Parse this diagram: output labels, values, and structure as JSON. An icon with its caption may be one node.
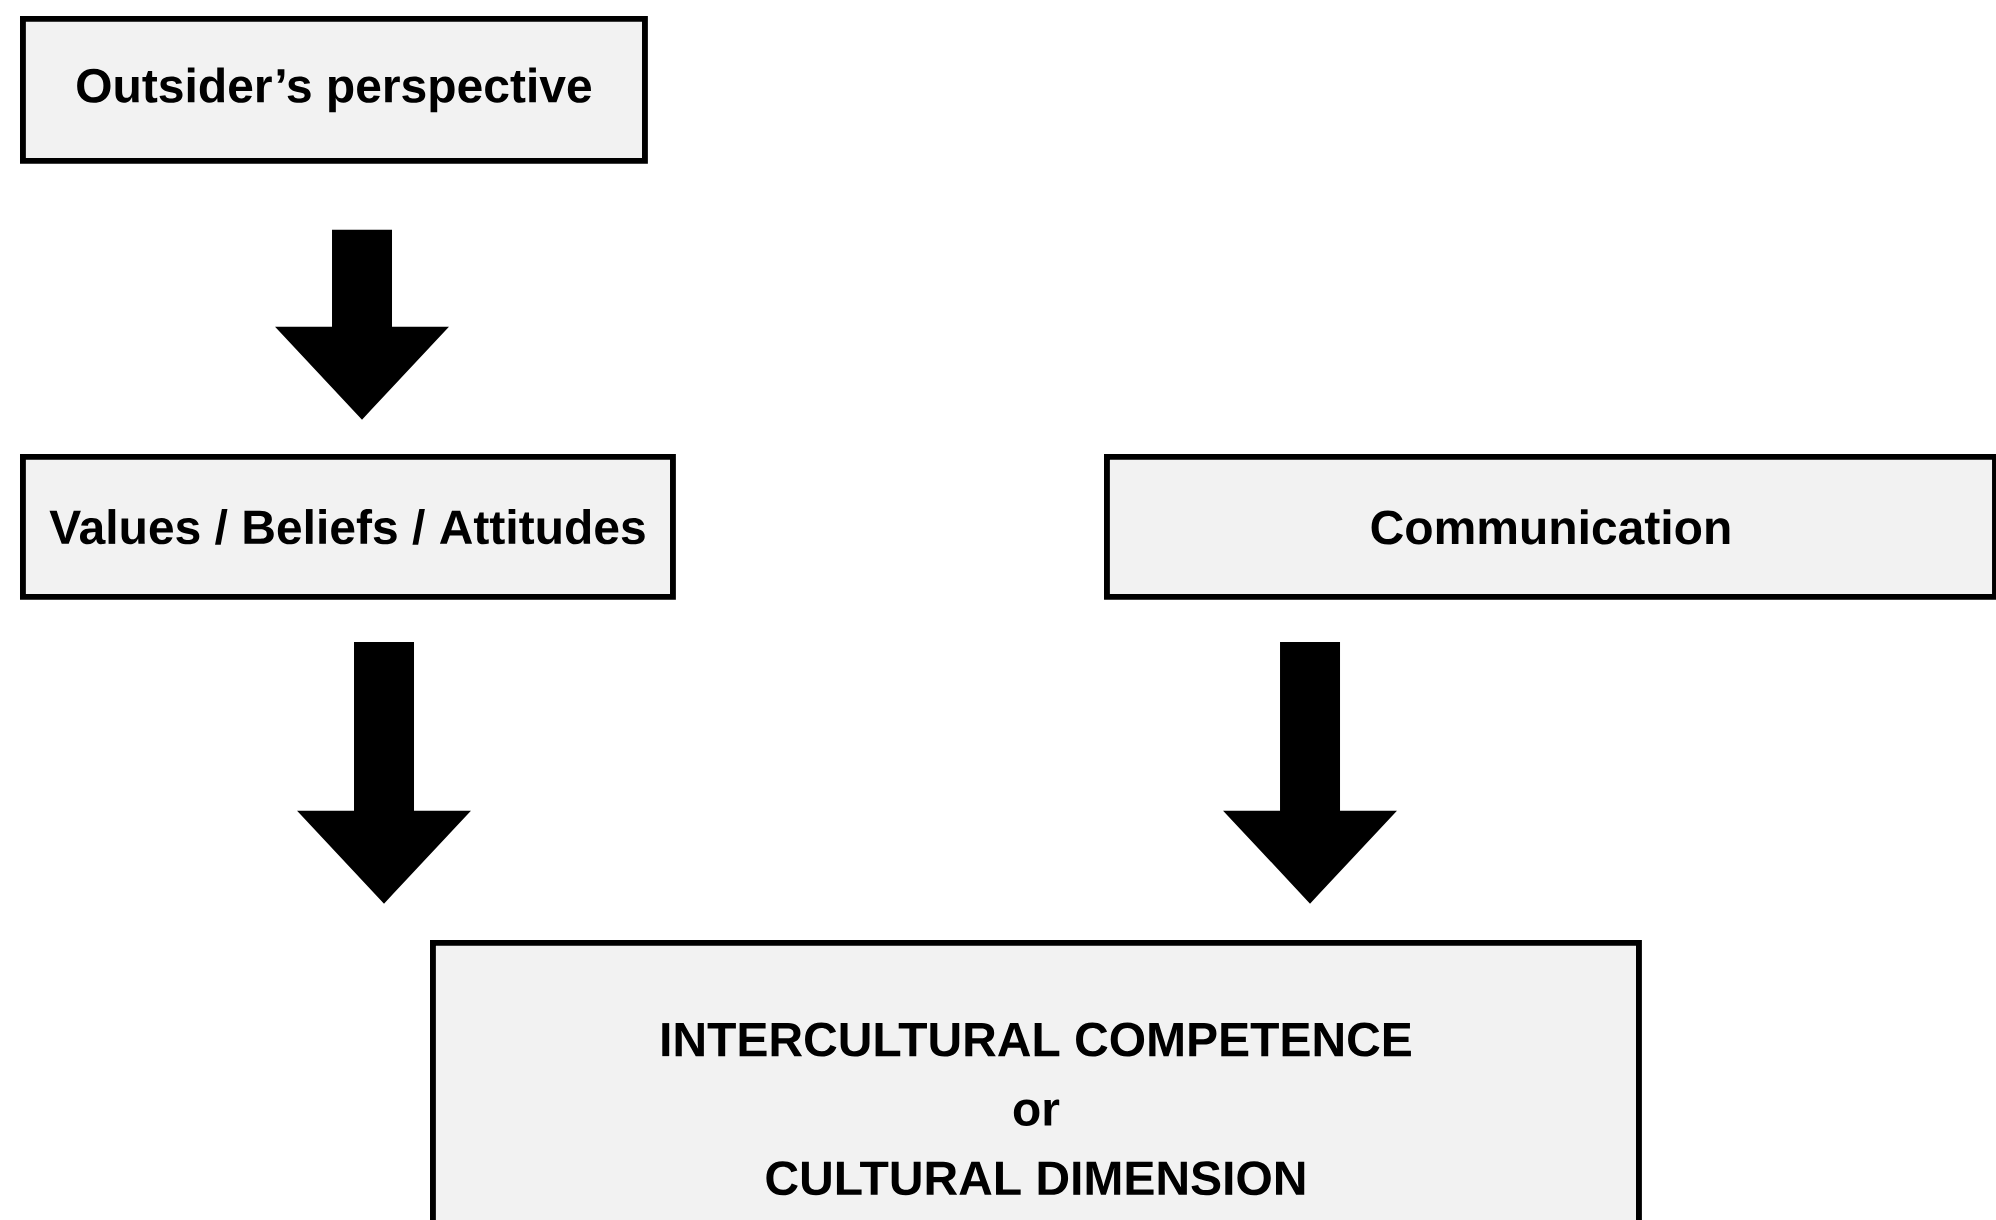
{
  "diagram": {
    "nodes": [
      {
        "text": [
          "Outsider’s perspective"
        ]
      },
      {
        "text": [
          "Values / Beliefs / Attitudes"
        ]
      },
      {
        "text": [
          "Communication"
        ]
      },
      {
        "text": [
          "INTERCULTURAL COMPETENCE",
          "or",
          "CULTURAL DIMENSION"
        ]
      }
    ],
    "edges": [
      {
        "from": 0,
        "to": 1,
        "arrow": "to"
      },
      {
        "from": 1,
        "to": 3,
        "arrow": "to"
      },
      {
        "from": 2,
        "to": 3,
        "arrow": "to"
      }
    ]
  }
}
